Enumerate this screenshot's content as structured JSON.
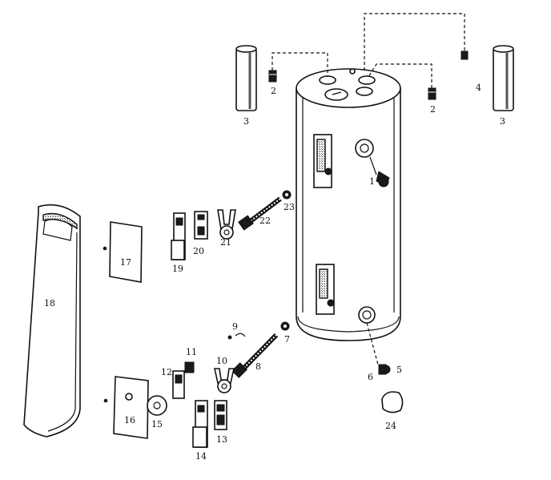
{
  "diagram": {
    "labels": {
      "p1": "1",
      "p2a": "2",
      "p2b": "2",
      "p3a": "3",
      "p3b": "3",
      "p4": "4",
      "p5": "5",
      "p6": "6",
      "p7": "7",
      "p8": "8",
      "p9": "9",
      "p10": "10",
      "p11": "11",
      "p12": "12",
      "p13": "13",
      "p14": "14",
      "p15": "15",
      "p16": "16",
      "p17": "17",
      "p18": "18",
      "p19": "19",
      "p20": "20",
      "p21": "21",
      "p22": "22",
      "p23": "23",
      "p24": "24"
    }
  }
}
